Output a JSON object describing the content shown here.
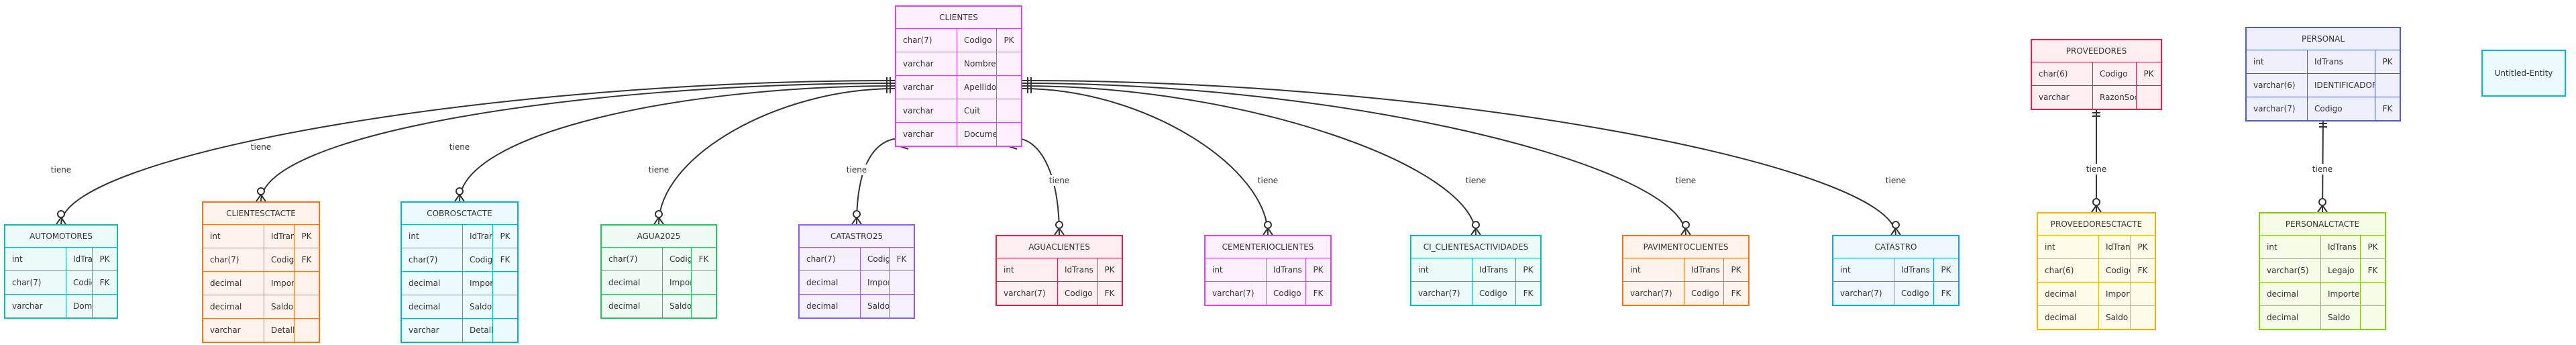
{
  "relations_label": "tiene",
  "entities": {
    "clientes": {
      "title": "CLIENTES",
      "stroke": "#d946ef",
      "rows": [
        [
          "char(7)",
          "Codigo",
          "PK"
        ],
        [
          "varchar",
          "Nombre",
          ""
        ],
        [
          "varchar",
          "Apellido",
          ""
        ],
        [
          "varchar",
          "Cuit",
          ""
        ],
        [
          "varchar",
          "Documento",
          ""
        ]
      ]
    },
    "proveedores": {
      "title": "PROVEEDORES",
      "stroke": "#e11d48",
      "rows": [
        [
          "char(6)",
          "Codigo",
          "PK"
        ],
        [
          "varchar",
          "RazonSocial",
          ""
        ]
      ]
    },
    "personal": {
      "title": "PERSONAL",
      "stroke": "#4f5bd5",
      "rows": [
        [
          "int",
          "IdTrans",
          "PK"
        ],
        [
          "varchar(6)",
          "IDENTIFICADOR",
          ""
        ],
        [
          "varchar(7)",
          "Codigo",
          "FK"
        ]
      ]
    },
    "untitled": {
      "title": "Untitled-Entity",
      "stroke": "#06b6d4",
      "rows": []
    },
    "automotores": {
      "title": "AUTOMOTORES",
      "stroke": "#14b8a6",
      "rows": [
        [
          "int",
          "IdTrans",
          "PK"
        ],
        [
          "char(7)",
          "Codigo",
          "FK"
        ],
        [
          "varchar",
          "Dominio",
          ""
        ]
      ]
    },
    "clientesctacte": {
      "title": "CLIENTESCTACTE",
      "stroke": "#f97316",
      "rows": [
        [
          "int",
          "IdTrans",
          "PK"
        ],
        [
          "char(7)",
          "Codigo",
          "FK"
        ],
        [
          "decimal",
          "Importe",
          ""
        ],
        [
          "decimal",
          "Saldo",
          ""
        ],
        [
          "varchar",
          "Detalle",
          ""
        ]
      ]
    },
    "cobrosctacte": {
      "title": "COBROSCTACTE",
      "stroke": "#06b6d4",
      "rows": [
        [
          "int",
          "IdTrans",
          "PK"
        ],
        [
          "char(7)",
          "Codigo",
          "FK"
        ],
        [
          "decimal",
          "Importe",
          ""
        ],
        [
          "decimal",
          "Saldo",
          ""
        ],
        [
          "varchar",
          "Detalle",
          ""
        ]
      ]
    },
    "agua2025": {
      "title": "AGUA2025",
      "stroke": "#22c55e",
      "rows": [
        [
          "char(7)",
          "Codigo",
          "FK"
        ],
        [
          "decimal",
          "Importe",
          ""
        ],
        [
          "decimal",
          "Saldo",
          ""
        ]
      ]
    },
    "catastro2025": {
      "title": "CATASTRO25",
      "stroke": "#8b5cf6",
      "rows": [
        [
          "char(7)",
          "Codigo",
          "FK"
        ],
        [
          "decimal",
          "Importe",
          ""
        ],
        [
          "decimal",
          "Saldo",
          ""
        ]
      ]
    },
    "aguaclientes": {
      "title": "AGUACLIENTES",
      "stroke": "#e11d48",
      "rows": [
        [
          "int",
          "IdTrans",
          "PK"
        ],
        [
          "varchar(7)",
          "Codigo",
          "FK"
        ]
      ]
    },
    "cementerioclientes": {
      "title": "CEMENTERIOCLIENTES",
      "stroke": "#d946ef",
      "rows": [
        [
          "int",
          "IdTrans",
          "PK"
        ],
        [
          "varchar(7)",
          "Codigo",
          "FK"
        ]
      ]
    },
    "ci_clientesactividades": {
      "title": "CI_CLIENTESACTIVIDADES",
      "stroke": "#14b8a6",
      "rows": [
        [
          "int",
          "IdTrans",
          "PK"
        ],
        [
          "varchar(7)",
          "Codigo",
          "FK"
        ]
      ]
    },
    "pavimentoclientes": {
      "title": "PAVIMENTOCLIENTES",
      "stroke": "#f97316",
      "rows": [
        [
          "int",
          "IdTrans",
          "PK"
        ],
        [
          "varchar(7)",
          "Codigo",
          "FK"
        ]
      ]
    },
    "catastro": {
      "title": "CATASTRO",
      "stroke": "#0ea5e9",
      "rows": [
        [
          "int",
          "IdTrans",
          "PK"
        ],
        [
          "varchar(7)",
          "Codigo",
          "FK"
        ]
      ]
    },
    "proveedoresctacte": {
      "title": "PROVEEDORESCTACTE",
      "stroke": "#eab308",
      "rows": [
        [
          "int",
          "IdTrans",
          "PK"
        ],
        [
          "char(6)",
          "Codigo",
          "FK"
        ],
        [
          "decimal",
          "Importe",
          ""
        ],
        [
          "decimal",
          "Saldo",
          ""
        ]
      ]
    },
    "personalctacte": {
      "title": "PERSONALCTACTE",
      "stroke": "#84cc16",
      "rows": [
        [
          "int",
          "IdTrans",
          "PK"
        ],
        [
          "varchar(5)",
          "Legajo",
          "FK"
        ],
        [
          "decimal",
          "Importe",
          ""
        ],
        [
          "decimal",
          "Saldo",
          ""
        ]
      ]
    }
  }
}
